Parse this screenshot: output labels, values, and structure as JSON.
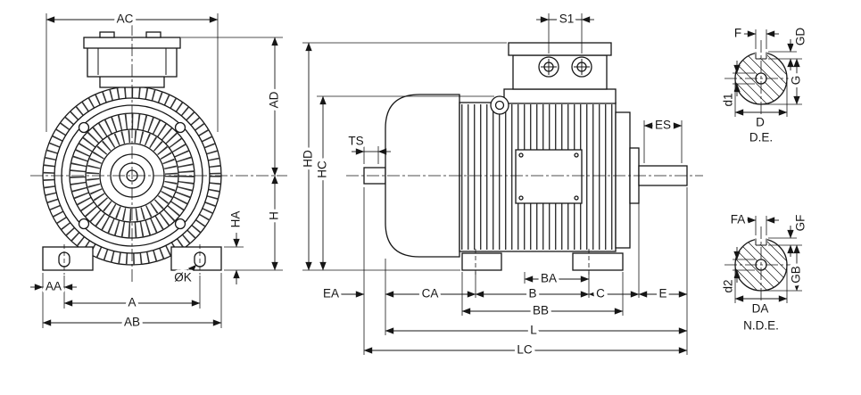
{
  "colors": {
    "line": "#161616",
    "background": "#ffffff",
    "fins": "#333333"
  },
  "labels": {
    "front": {
      "ac": "AC",
      "ad": "AD",
      "h": "H",
      "ha": "HA",
      "aa": "AA",
      "a": "A",
      "ab": "AB",
      "k": "ØK"
    },
    "side": {
      "s1": "S1",
      "ts": "TS",
      "es": "ES",
      "hd": "HD",
      "hc": "HC",
      "ea": "EA",
      "ca": "CA",
      "ba": "BA",
      "b": "B",
      "bb": "BB",
      "c": "C",
      "e": "E",
      "l": "L",
      "lc": "LC"
    },
    "drive_end": {
      "f": "F",
      "gd": "GD",
      "g": "G",
      "d1": "d1",
      "d": "D",
      "caption": "D.E."
    },
    "non_drive_end": {
      "fa": "FA",
      "gf": "GF",
      "gb": "GB",
      "d2": "d2",
      "da": "DA",
      "caption": "N.D.E."
    }
  }
}
